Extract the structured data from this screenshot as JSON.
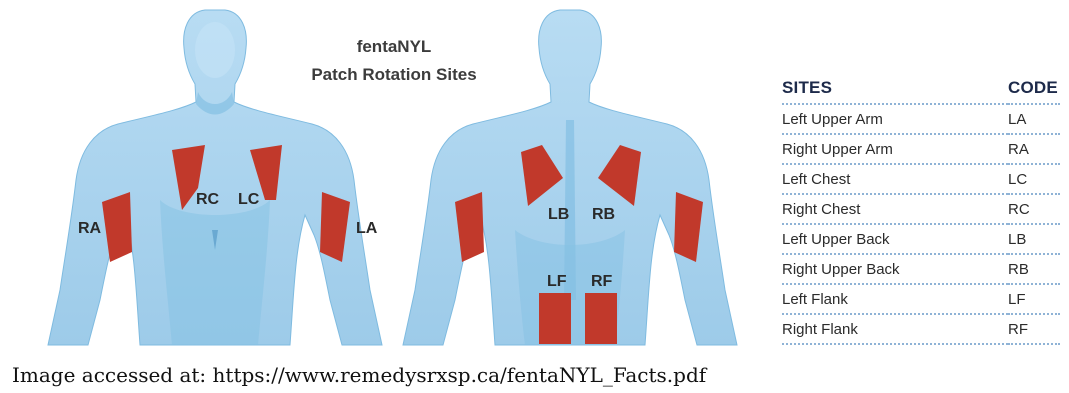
{
  "title": {
    "line1": "fentaNYL",
    "line2": "Patch Rotation Sites"
  },
  "front_labels": {
    "ra": "RA",
    "rc": "RC",
    "lc": "LC",
    "la": "LA"
  },
  "back_labels": {
    "lb": "LB",
    "rb": "RB",
    "lf": "LF",
    "rf": "RF"
  },
  "table": {
    "headers": {
      "sites": "SITES",
      "code": "CODE"
    },
    "rows": [
      {
        "site": "Left Upper Arm",
        "code": "LA"
      },
      {
        "site": "Right Upper Arm",
        "code": "RA"
      },
      {
        "site": "Left Chest",
        "code": "LC"
      },
      {
        "site": "Right Chest",
        "code": "RC"
      },
      {
        "site": "Left Upper Back",
        "code": "LB"
      },
      {
        "site": "Right Upper Back",
        "code": "RB"
      },
      {
        "site": "Left Flank",
        "code": "LF"
      },
      {
        "site": "Right Flank",
        "code": "RF"
      }
    ]
  },
  "caption": "Image accessed at: https://www.remedysrxsp.ca/fentaNYL_Facts.pdf",
  "colors": {
    "skin": "#a9d4ef",
    "skin_shadow": "#6fb3dc",
    "patch": "#c1392b"
  }
}
